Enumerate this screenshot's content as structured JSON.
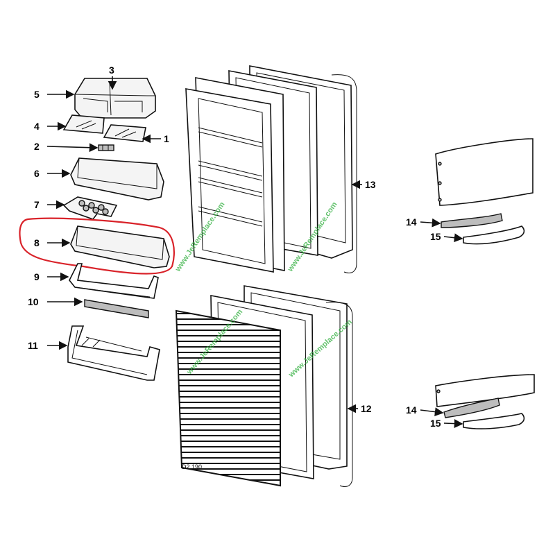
{
  "diagram": {
    "drawing_code": "D2.190",
    "watermark": "www.JeRemplace.com",
    "highlight_color": "#d9232a",
    "watermark_color": "#2fae3c",
    "labels": {
      "l1": "1",
      "l2": "2",
      "l3": "3",
      "l4": "4",
      "l5": "5",
      "l6": "6",
      "l7": "7",
      "l8": "8",
      "l9": "9",
      "l10": "10",
      "l11": "11",
      "l12": "12",
      "l13": "13",
      "l14a": "14",
      "l15a": "15",
      "l14b": "14",
      "l15b": "15"
    }
  }
}
